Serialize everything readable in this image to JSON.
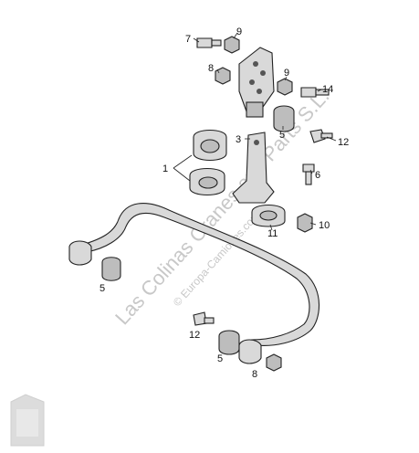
{
  "watermark": {
    "main_text": "Las Colinas Cranes and Parts S.L.",
    "sub_text": "© Europa-Camiones.com"
  },
  "callouts": {
    "c1": "1",
    "c3": "3",
    "c5a": "5",
    "c5b": "5",
    "c5c": "5",
    "c6": "6",
    "c7": "7",
    "c8a": "8",
    "c8b": "8",
    "c9a": "9",
    "c9b": "9",
    "c10": "10",
    "c11": "11",
    "c12a": "12",
    "c12b": "12",
    "c14": "14"
  }
}
